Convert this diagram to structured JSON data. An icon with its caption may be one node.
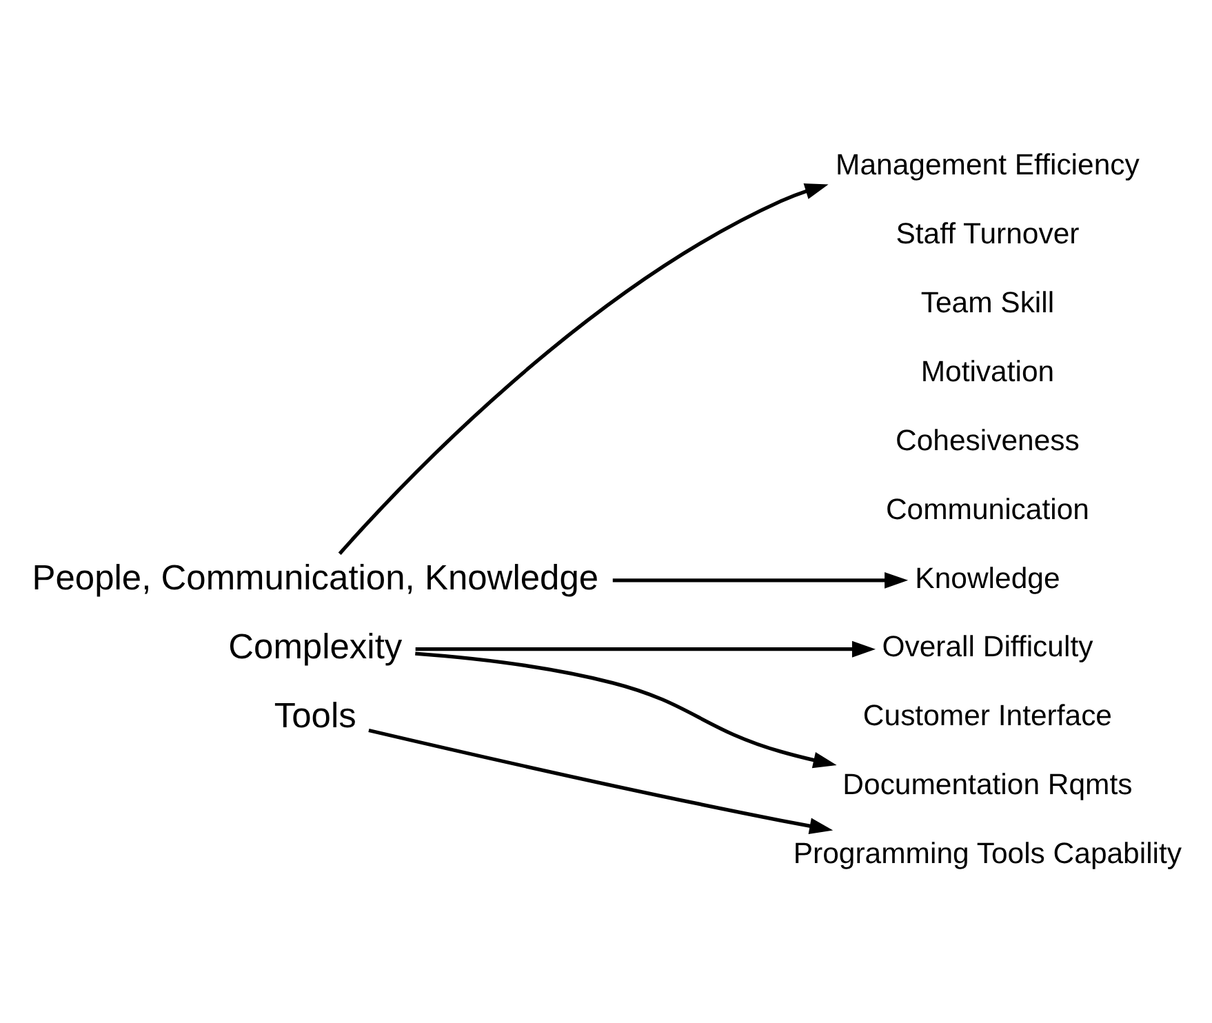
{
  "diagram": {
    "nodes": [
      {
        "text": [
          "People, Communication, Knowledge"
        ]
      },
      {
        "text": [
          "Management Efficiency"
        ]
      },
      {
        "text": [
          "Knowledge"
        ]
      },
      {
        "text": [
          "Complexity"
        ]
      },
      {
        "text": [
          "Overall Difficulty"
        ]
      },
      {
        "text": [
          "Documentation Rqmts"
        ]
      },
      {
        "text": [
          "Tools"
        ]
      },
      {
        "text": [
          "Programming Tools Capability"
        ]
      }
    ],
    "edges": [
      {
        "from": 0,
        "to": 1,
        "arrow": "to"
      },
      {
        "from": 0,
        "to": 2,
        "arrow": "to"
      },
      {
        "from": 3,
        "to": 4,
        "arrow": "to"
      },
      {
        "from": 3,
        "to": 5,
        "arrow": "to"
      },
      {
        "from": 6,
        "to": 7,
        "arrow": "to"
      }
    ],
    "labels": [
      "Staff Turnover",
      "Team Skill",
      "Motivation",
      "Cohesiveness",
      "Communication",
      "Customer Interface"
    ]
  }
}
